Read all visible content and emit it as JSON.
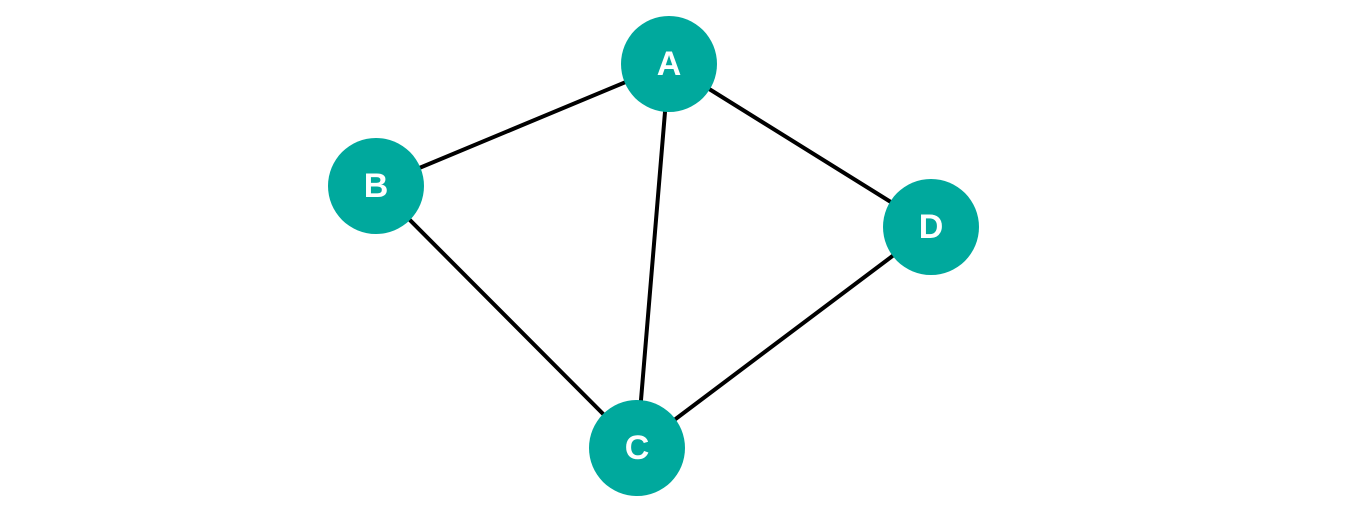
{
  "graph": {
    "node_color": "#00a99d",
    "edge_color": "#000000",
    "label_color": "#ffffff",
    "nodes": [
      {
        "id": "A",
        "label": "A"
      },
      {
        "id": "B",
        "label": "B"
      },
      {
        "id": "C",
        "label": "C"
      },
      {
        "id": "D",
        "label": "D"
      }
    ],
    "edges": [
      {
        "from": "A",
        "to": "B"
      },
      {
        "from": "A",
        "to": "C"
      },
      {
        "from": "A",
        "to": "D"
      },
      {
        "from": "B",
        "to": "C"
      },
      {
        "from": "C",
        "to": "D"
      }
    ]
  }
}
